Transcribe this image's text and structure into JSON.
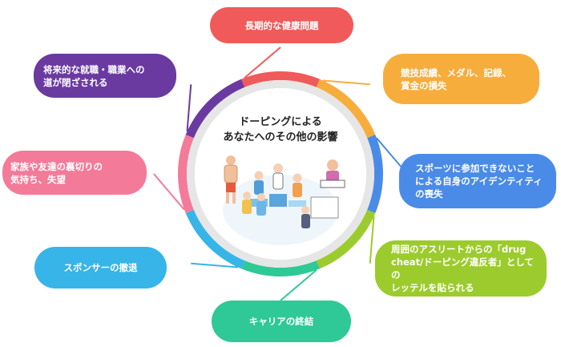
{
  "title": "ドーピングによる\nあなたへのその他の影響",
  "items": [
    {
      "label": "長期的な健康問題",
      "color": "#f05a5a"
    },
    {
      "label": "競技成績、メダル、記録、\n賞金の損失",
      "color": "#f7ad3c"
    },
    {
      "label": "スポーツに参加できないこと\nによる自身のアイデンティティ\nの喪失",
      "color": "#4a8be8"
    },
    {
      "label": "周囲のアスリートからの「drug\ncheat/ドーピング違反者」としての\nレッテルを貼られる",
      "color": "#9ccb2d"
    },
    {
      "label": "キャリアの終結",
      "color": "#2ec996"
    },
    {
      "label": "スポンサーの撤退",
      "color": "#37b4e8"
    },
    {
      "label": "家族や友達の裏切りの\n気持ち、失望",
      "color": "#f47a99"
    },
    {
      "label": "将来的な就職・職業への\n道が閉ざされる",
      "color": "#6a3aa1"
    }
  ],
  "ring_gray": "#e6e6e6"
}
